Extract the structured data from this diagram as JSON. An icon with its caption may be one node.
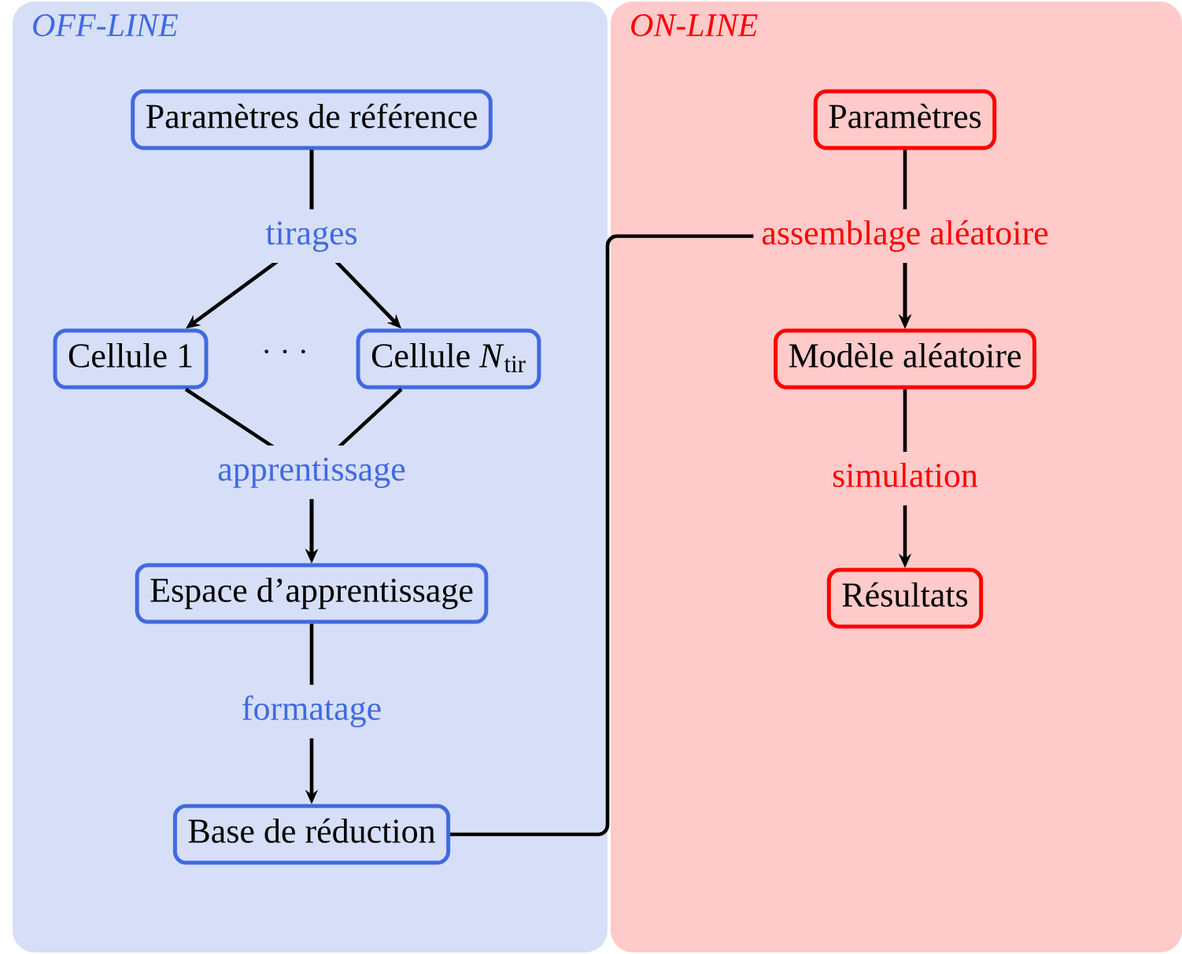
{
  "diagram": {
    "nodes": [
      {
        "text": [
          "OFF-LINE"
        ]
      },
      {
        "text": [
          "Paramètres de référence"
        ],
        "in": 0
      },
      {
        "text": [
          "Cellule 1"
        ],
        "in": 0
      },
      {
        "text": [
          "Cellule *N*$_{tir}$"
        ],
        "in": 0
      },
      {
        "text": [
          "Espace d’apprentissage"
        ],
        "in": 0
      },
      {
        "text": [
          "Base de réduction"
        ],
        "in": 0
      },
      {
        "text": [
          "ON-LINE"
        ]
      },
      {
        "text": [
          "Paramètres"
        ],
        "in": 6
      },
      {
        "text": [
          "Modèle aléatoire"
        ],
        "in": 6
      },
      {
        "text": [
          "Résultats"
        ],
        "in": 6
      }
    ],
    "edges": [
      {
        "from": 1,
        "to": 2,
        "arrow": "to",
        "label": "tirages"
      },
      {
        "from": 1,
        "to": 3,
        "arrow": "to"
      },
      {
        "from": 2,
        "to": 4,
        "arrow": "to",
        "label": "apprentissage"
      },
      {
        "from": 3,
        "to": 4,
        "arrow": "to"
      },
      {
        "from": 4,
        "to": 5,
        "arrow": "to",
        "label": "formatage"
      },
      {
        "from": 7,
        "to": 8,
        "arrow": "to",
        "label": "assemblage aléatoire"
      },
      {
        "from": 5,
        "to": 8,
        "arrow": "to"
      },
      {
        "from": 8,
        "to": 9,
        "arrow": "to",
        "label": "simulation"
      }
    ],
    "labels": [
      "· · ·"
    ]
  }
}
